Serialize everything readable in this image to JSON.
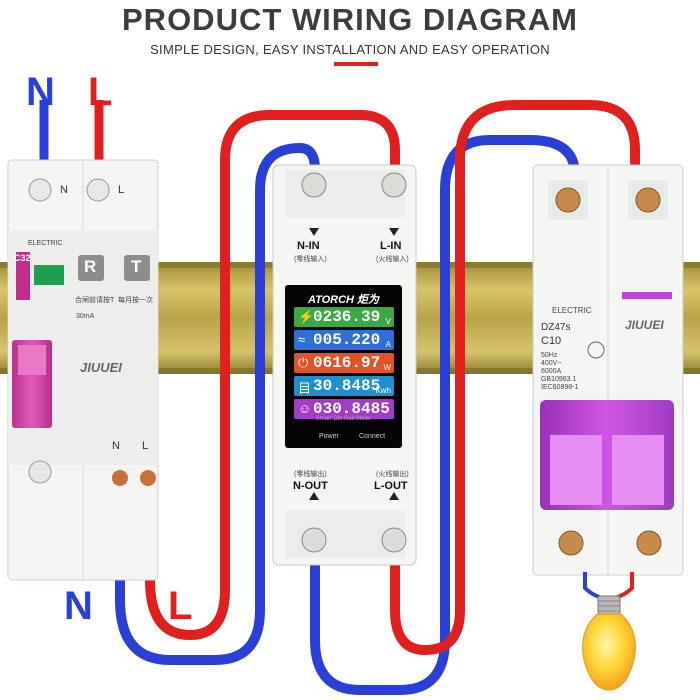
{
  "header": {
    "title": "PRODUCT WIRING DIAGRAM",
    "subtitle": "SIMPLE DESIGN, EASY INSTALLATION AND EASY OPERATION"
  },
  "labels": {
    "top_n": "N",
    "top_l": "L",
    "bottom_n": "N",
    "bottom_l": "L"
  },
  "rcbo": {
    "terminal_n": "N",
    "terminal_l": "L",
    "brand_small": "ELECTRIC",
    "rating": "C32",
    "btn_r": "R",
    "btn_t": "T",
    "text_left": "合闸前请按T",
    "text_right": "每月按一次",
    "spec": "30mA",
    "logo": "JIUUEI",
    "bottom_n": "N",
    "bottom_l": "L"
  },
  "meter": {
    "n_in": "N-IN",
    "n_in_cn": "(零线输入)",
    "l_in": "L-IN",
    "l_in_cn": "(火线输入)",
    "brand": "ATORCH 炬为",
    "readings": [
      {
        "icon": "⚡",
        "value": "0236.39",
        "unit": "V",
        "color": "#3aa843"
      },
      {
        "icon": "≈",
        "value": "005.220",
        "unit": "A",
        "color": "#2e6fd8"
      },
      {
        "icon": "⏻",
        "value": "0616.97",
        "unit": "W",
        "color": "#e0522a"
      },
      {
        "icon": "目",
        "value": "30.8485",
        "unit": "Kwh",
        "color": "#1f8fd0"
      },
      {
        "icon": "☺",
        "value": "030.8485",
        "unit": "",
        "color": "#a23cc7"
      }
    ],
    "smart_label": "Smart Din Rail Meter",
    "power_label": "Power",
    "connect_label": "Connect",
    "n_out_cn": "(零线输出)",
    "n_out": "N-OUT",
    "l_out_cn": "(火线输出)",
    "l_out": "L-OUT"
  },
  "breaker": {
    "brand_small": "ELECTRIC",
    "model": "DZ47s",
    "rating": "C10",
    "spec1": "50Hz",
    "spec2": "400V~",
    "spec3": "6000A",
    "spec4": "GB10963.1",
    "spec5": "IEC60898-1",
    "logo": "JIUUEI"
  },
  "colors": {
    "neutral_wire": "#2a3fd6",
    "live_wire": "#e01f1f",
    "rail": "#c9b24a",
    "title": "#3c3d43"
  }
}
